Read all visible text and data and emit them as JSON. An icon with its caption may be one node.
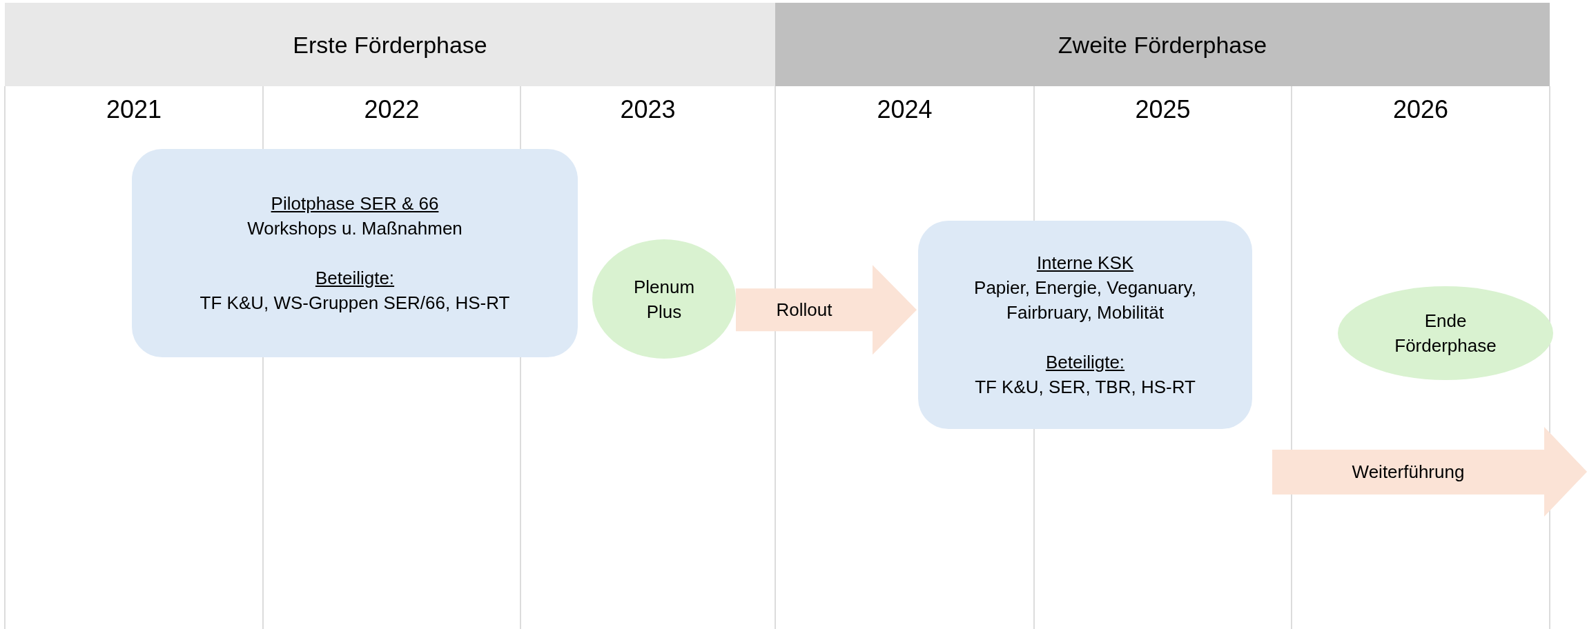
{
  "diagram": {
    "nodes": [
      {
        "text": [
          "Erste Förderphase"
        ]
      },
      {
        "text": [
          "Zweite Förderphase"
        ]
      },
      {
        "text": [
          "Pilotphase SER & 66",
          "Workshops u. Maßnahmen",
          "Beteiligte:",
          "TF K&U, WS-Gruppen SER/66, HS-RT"
        ]
      },
      {
        "text": [
          "Plenum Plus"
        ]
      },
      {
        "text": [
          "Interne KSK",
          "Papier, Energie, Veganuary, Fairbruary, Mobilität",
          "Beteiligte:",
          "TF K&U, SER, TBR, HS-RT"
        ]
      },
      {
        "text": [
          "Ende Förderphase"
        ]
      },
      {
        "text": [
          "Weiterführung"
        ]
      }
    ],
    "edges": [
      {
        "from": 3,
        "to": 4,
        "arrow": "to",
        "label": "Rollout",
        "style": "thick"
      }
    ],
    "labels": [
      "2021",
      "2022",
      "2023",
      "2024",
      "2025",
      "2026"
    ]
  }
}
